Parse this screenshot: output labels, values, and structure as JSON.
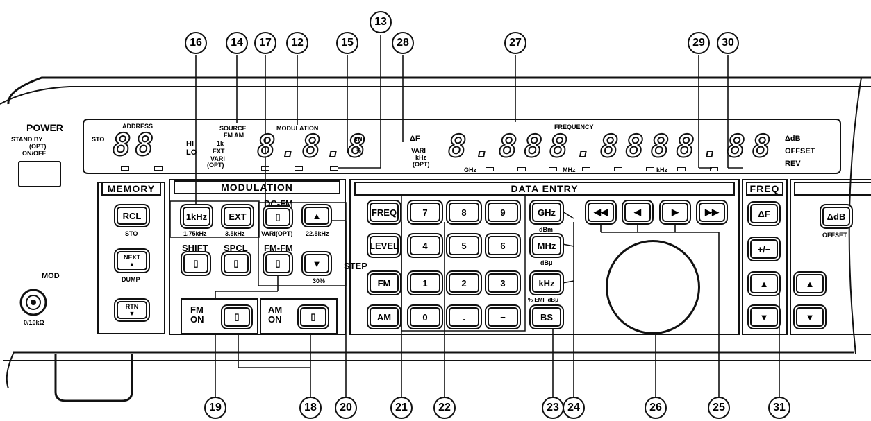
{
  "callouts": [
    "16",
    "14",
    "17",
    "12",
    "15",
    "13",
    "28",
    "27",
    "29",
    "30",
    "19",
    "18",
    "20",
    "21",
    "22",
    "23",
    "24",
    "26",
    "25",
    "31"
  ],
  "power": {
    "title": "POWER",
    "stand_by": "STAND BY",
    "opt": "(OPT)",
    "on_off": "ON/OFF"
  },
  "address": {
    "label": "ADDRESS",
    "sto": "STO",
    "display": "88"
  },
  "source": {
    "title": "SOURCE",
    "fm_am": "FM AM",
    "hi": "HI",
    "lo": "LO",
    "r1": "1k",
    "r2": "EXT",
    "r3": "VARI",
    "opt": "(OPT)"
  },
  "modulation_display": {
    "label": "MODULATION",
    "display": "8.8.8",
    "unit_khz": "kHz",
    "unit_pct": "%"
  },
  "frequency": {
    "label": "FREQUENCY",
    "delta_f": "ΔF",
    "vari": "VARI",
    "khz": "kHz",
    "opt": "(OPT)",
    "display": "8.888.8888.88",
    "ghz": "GHz",
    "mhz": "MHz",
    "khz_led": "kHz"
  },
  "right_indicators": {
    "delta_db": "ΔdB",
    "offset": "OFFSET",
    "rev": "REV"
  },
  "memory": {
    "title": "MEMORY",
    "rcl": "RCL",
    "sto": "STO",
    "next": "NEXT",
    "dump": "DUMP",
    "rtn": "RTN"
  },
  "mod_panel": {
    "title": "MODULATION",
    "btn_1khz": "1kHz",
    "sub_1khz": "1.75kHz",
    "btn_ext": "EXT",
    "sub_ext": "3.5kHz",
    "dc_fm": "DC-FM",
    "sub_dc": "VARI(OPT)",
    "sub_up": "22.5kHz",
    "shift": "SHIFT",
    "spcl": "SPCL",
    "fm_fm": "FM-FM",
    "sub_down": "30%",
    "step": "STEP",
    "fm_on": "FM\nON",
    "am_on": "AM\nON"
  },
  "mod_jack": {
    "label": "MOD",
    "sub": "0/10kΩ"
  },
  "data_entry": {
    "title": "DATA ENTRY",
    "freq": "FREQ",
    "level": "LEVEL",
    "fm": "FM",
    "am": "AM",
    "keys": [
      "7",
      "8",
      "9",
      "4",
      "5",
      "6",
      "1",
      "2",
      "3",
      "0",
      ".",
      "−"
    ],
    "ghz": "GHz",
    "sub_ghz": "dBm",
    "mhz": "MHz",
    "sub_mhz": "dBμ",
    "khz": "kHz",
    "sub_khz": "% EMF dBμ",
    "bs": "BS"
  },
  "freq_panel": {
    "title": "FREQ",
    "delta_f": "ΔF",
    "plus_minus": "+/−"
  },
  "right_panel": {
    "delta_db": "ΔdB",
    "offset": "OFFSET"
  }
}
